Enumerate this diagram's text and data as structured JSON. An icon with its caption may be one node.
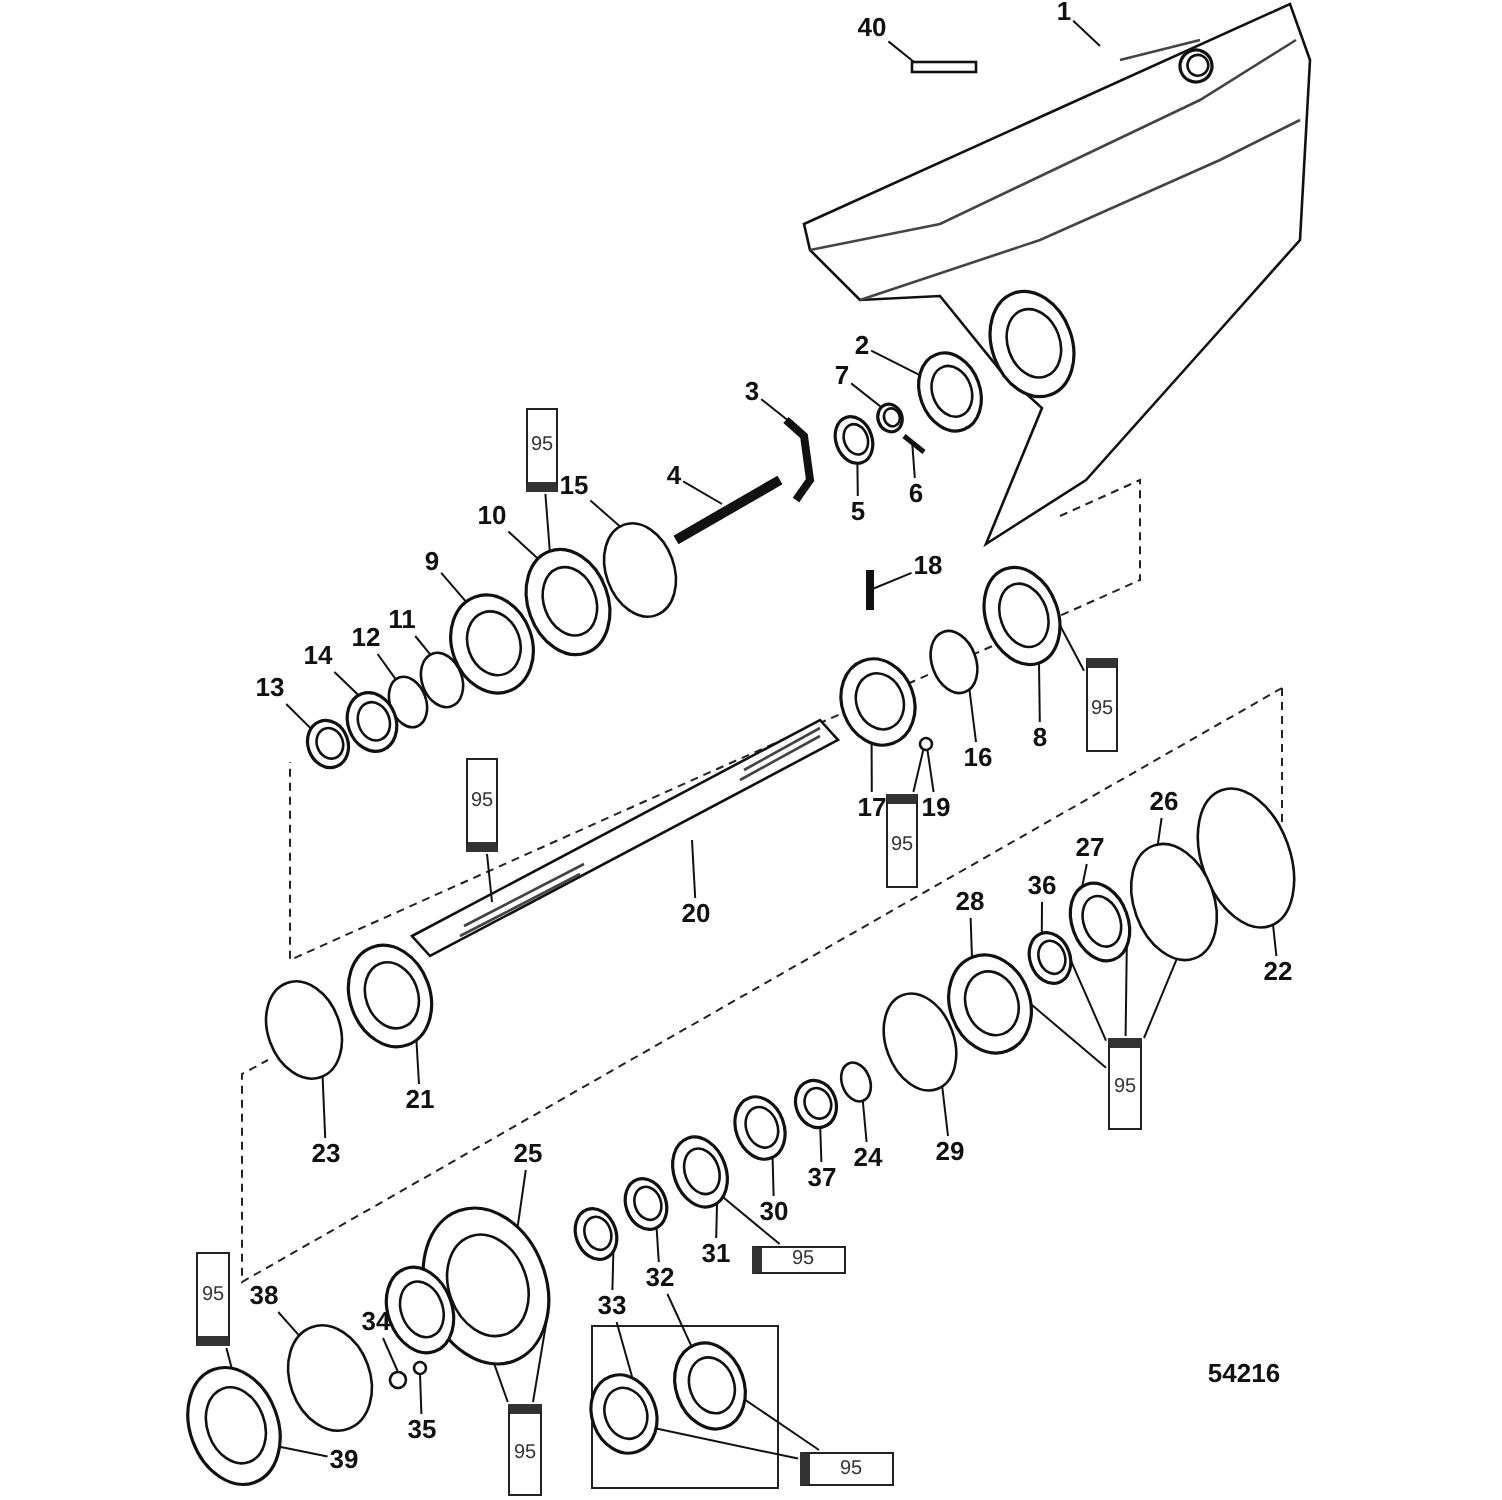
{
  "diagram": {
    "nodes": [
      {
        "text": [
          "1"
        ]
      },
      {
        "text": [
          "40"
        ]
      },
      {
        "text": [
          "2"
        ]
      },
      {
        "text": [
          "7"
        ]
      },
      {
        "text": [
          "3"
        ]
      },
      {
        "text": [
          "95"
        ]
      },
      {
        "text": [
          "4"
        ]
      },
      {
        "text": [
          "15"
        ]
      },
      {
        "text": [
          "6"
        ]
      },
      {
        "text": [
          "5"
        ]
      },
      {
        "text": [
          "10"
        ]
      },
      {
        "text": [
          "9"
        ]
      },
      {
        "text": [
          "18"
        ]
      },
      {
        "text": [
          "11"
        ]
      },
      {
        "text": [
          "12"
        ]
      },
      {
        "text": [
          "14"
        ]
      },
      {
        "text": [
          "13"
        ]
      },
      {
        "text": [
          "95"
        ]
      },
      {
        "text": [
          "8"
        ]
      },
      {
        "text": [
          "16"
        ]
      },
      {
        "text": [
          "95"
        ]
      },
      {
        "text": [
          "26"
        ]
      },
      {
        "text": [
          "17"
        ]
      },
      {
        "text": [
          "19"
        ]
      },
      {
        "text": [
          "95"
        ]
      },
      {
        "text": [
          "27"
        ]
      },
      {
        "text": [
          "36"
        ]
      },
      {
        "text": [
          "28"
        ]
      },
      {
        "text": [
          "20"
        ]
      },
      {
        "text": [
          "22"
        ]
      },
      {
        "text": [
          "95"
        ]
      },
      {
        "text": [
          "21"
        ]
      },
      {
        "text": [
          "29"
        ]
      },
      {
        "text": [
          "25"
        ]
      },
      {
        "text": [
          "23"
        ]
      },
      {
        "text": [
          "24"
        ]
      },
      {
        "text": [
          "37"
        ]
      },
      {
        "text": [
          "30"
        ]
      },
      {
        "text": [
          "95"
        ]
      },
      {
        "text": [
          "31"
        ]
      },
      {
        "text": [
          "32"
        ]
      },
      {
        "text": [
          "95"
        ]
      },
      {
        "text": [
          "38"
        ]
      },
      {
        "text": [
          "33"
        ]
      },
      {
        "text": [
          "34"
        ]
      },
      {
        "text": [
          "35"
        ]
      },
      {
        "text": [
          "95"
        ]
      },
      {
        "text": [
          "39"
        ]
      },
      {
        "text": [
          "95"
        ]
      },
      {
        "text": [],
        "shape": "picture"
      },
      {
        "text": [],
        "shape": "box"
      },
      {
        "text": [],
        "shape": "picture"
      },
      {
        "text": [],
        "shape": "picture"
      },
      {
        "text": [],
        "shape": "picture"
      },
      {
        "text": [],
        "shape": "picture"
      },
      {
        "text": [],
        "shape": "picture"
      },
      {
        "text": [],
        "shape": "picture"
      },
      {
        "text": [],
        "shape": "circle"
      },
      {
        "text": [],
        "shape": "picture"
      },
      {
        "text": [],
        "shape": "picture"
      },
      {
        "text": [],
        "shape": "picture"
      },
      {
        "text": [],
        "shape": "picture"
      },
      {
        "text": [],
        "shape": "circle"
      },
      {
        "text": [],
        "shape": "circle"
      },
      {
        "text": [],
        "shape": "circle"
      },
      {
        "text": [],
        "shape": "picture"
      },
      {
        "text": [],
        "shape": "picture"
      },
      {
        "text": [],
        "shape": "circle"
      },
      {
        "text": [],
        "shape": "picture"
      },
      {
        "text": [],
        "shape": "picture"
      },
      {
        "text": [],
        "shape": "circle"
      },
      {
        "text": [],
        "shape": "circle"
      },
      {
        "text": [],
        "shape": "picture"
      },
      {
        "text": [],
        "shape": "picture"
      },
      {
        "text": [],
        "shape": "picture"
      },
      {
        "text": [],
        "shape": "picture"
      },
      {
        "text": [],
        "shape": "circle"
      },
      {
        "text": [],
        "shape": "circle"
      },
      {
        "text": [],
        "shape": "circle"
      },
      {
        "text": [],
        "shape": "picture"
      },
      {
        "text": [],
        "shape": "picture"
      },
      {
        "text": [],
        "shape": "picture"
      },
      {
        "text": [],
        "shape": "picture"
      },
      {
        "text": [],
        "shape": "picture"
      },
      {
        "text": [],
        "shape": "picture"
      },
      {
        "text": [],
        "shape": "circle"
      },
      {
        "text": [],
        "shape": "circle"
      },
      {
        "text": [],
        "shape": "circle"
      },
      {
        "text": [],
        "shape": "picture"
      },
      {
        "text": [],
        "shape": "picture"
      },
      {
        "text": [],
        "shape": "picture"
      }
    ],
    "edges": [
      {
        "from": 0,
        "to": 49,
        "arrow": "none"
      },
      {
        "from": 1,
        "to": 50,
        "arrow": "none"
      },
      {
        "from": 2,
        "to": 51,
        "arrow": "none"
      },
      {
        "from": 3,
        "to": 52,
        "arrow": "none"
      },
      {
        "from": 4,
        "to": 55,
        "arrow": "none"
      },
      {
        "from": 5,
        "to": 58,
        "arrow": "none"
      },
      {
        "from": 6,
        "to": 56,
        "arrow": "none"
      },
      {
        "from": 7,
        "to": 57,
        "arrow": "none"
      },
      {
        "from": 8,
        "to": 54,
        "arrow": "none"
      },
      {
        "from": 9,
        "to": 53,
        "arrow": "none"
      },
      {
        "from": 10,
        "to": 58,
        "arrow": "none"
      },
      {
        "from": 11,
        "to": 60,
        "arrow": "none"
      },
      {
        "from": 12,
        "to": 59,
        "arrow": "none"
      },
      {
        "from": 13,
        "to": 62,
        "arrow": "none"
      },
      {
        "from": 14,
        "to": 63,
        "arrow": "none"
      },
      {
        "from": 15,
        "to": 65,
        "arrow": "none"
      },
      {
        "from": 16,
        "to": 68,
        "arrow": "none"
      },
      {
        "from": 17,
        "to": 61,
        "arrow": "none"
      },
      {
        "from": 18,
        "to": 61,
        "arrow": "none"
      },
      {
        "from": 19,
        "to": 64,
        "arrow": "none"
      },
      {
        "from": 20,
        "to": 69,
        "arrow": "none"
      },
      {
        "from": 21,
        "to": 71,
        "arrow": "none"
      },
      {
        "from": 22,
        "to": 66,
        "arrow": "none"
      },
      {
        "from": 23,
        "to": 67,
        "arrow": "none"
      },
      {
        "from": 24,
        "to": 67,
        "arrow": "none"
      },
      {
        "from": 25,
        "to": 72,
        "arrow": "none"
      },
      {
        "from": 26,
        "to": 73,
        "arrow": "none"
      },
      {
        "from": 27,
        "to": 75,
        "arrow": "none"
      },
      {
        "from": 28,
        "to": 69,
        "arrow": "none"
      },
      {
        "from": 29,
        "to": 70,
        "arrow": "none"
      },
      {
        "from": 30,
        "to": 75,
        "arrow": "none"
      },
      {
        "from": 30,
        "to": 73,
        "arrow": "none"
      },
      {
        "from": 30,
        "to": 72,
        "arrow": "none"
      },
      {
        "from": 30,
        "to": 71,
        "arrow": "none"
      },
      {
        "from": 31,
        "to": 74,
        "arrow": "none"
      },
      {
        "from": 32,
        "to": 77,
        "arrow": "none"
      },
      {
        "from": 33,
        "to": 84,
        "arrow": "none"
      },
      {
        "from": 34,
        "to": 76,
        "arrow": "none"
      },
      {
        "from": 35,
        "to": 78,
        "arrow": "none"
      },
      {
        "from": 36,
        "to": 79,
        "arrow": "none"
      },
      {
        "from": 37,
        "to": 80,
        "arrow": "none"
      },
      {
        "from": 38,
        "to": 81,
        "arrow": "none"
      },
      {
        "from": 39,
        "to": 81,
        "arrow": "none"
      },
      {
        "from": 40,
        "to": 82,
        "arrow": "none"
      },
      {
        "from": 40,
        "to": 88,
        "arrow": "none"
      },
      {
        "from": 41,
        "to": 90,
        "arrow": "none"
      },
      {
        "from": 42,
        "to": 87,
        "arrow": "none"
      },
      {
        "from": 43,
        "to": 83,
        "arrow": "none"
      },
      {
        "from": 43,
        "to": 89,
        "arrow": "none"
      },
      {
        "from": 44,
        "to": 85,
        "arrow": "none"
      },
      {
        "from": 45,
        "to": 86,
        "arrow": "none"
      },
      {
        "from": 46,
        "to": 84,
        "arrow": "none"
      },
      {
        "from": 46,
        "to": 84,
        "arrow": "none"
      },
      {
        "from": 47,
        "to": 90,
        "arrow": "none"
      },
      {
        "from": 48,
        "to": 89,
        "arrow": "none"
      },
      {
        "from": 48,
        "to": 88,
        "arrow": "none"
      }
    ],
    "labels": [
      "54216"
    ]
  }
}
